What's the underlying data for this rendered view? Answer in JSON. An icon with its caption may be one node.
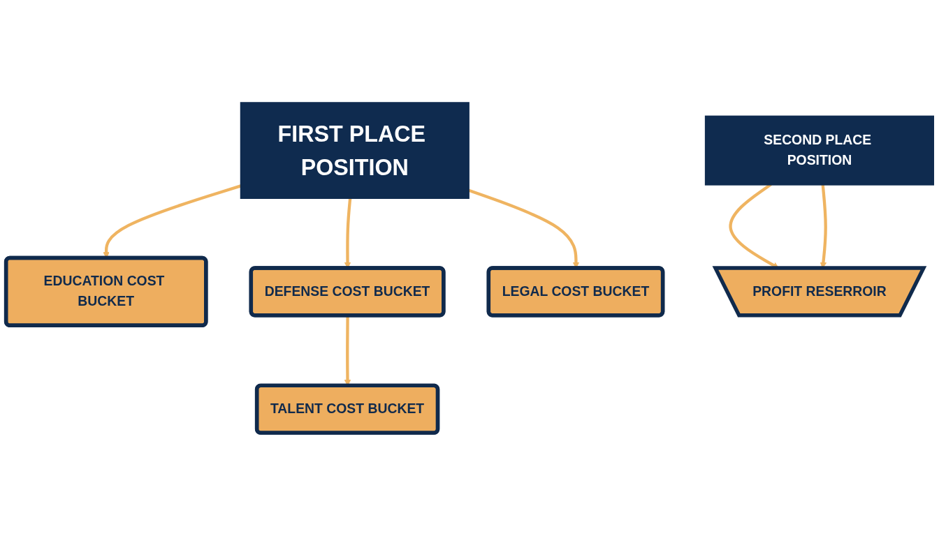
{
  "diagram": {
    "nodes": [
      {
        "text": [
          "FIRST PLACE POSITION"
        ]
      },
      {
        "text": [
          "EDUCATION COST BUCKET"
        ]
      },
      {
        "text": [
          "DEFENSE COST BUCKET"
        ]
      },
      {
        "text": [
          "LEGAL COST BUCKET"
        ]
      },
      {
        "text": [
          "TALENT COST BUCKET"
        ]
      },
      {
        "text": [
          "SECOND PLACE POSITION"
        ]
      },
      {
        "text": [
          "PROFIT RESERROIR"
        ]
      }
    ],
    "edges": [
      {
        "from": 0,
        "to": 1,
        "arrow": "to"
      },
      {
        "from": 0,
        "to": 2,
        "arrow": "to"
      },
      {
        "from": 0,
        "to": 3,
        "arrow": "to"
      },
      {
        "from": 2,
        "to": 4,
        "arrow": "to"
      },
      {
        "from": 5,
        "to": 6,
        "arrow": "to"
      },
      {
        "from": 5,
        "to": 6,
        "arrow": "to"
      }
    ]
  }
}
